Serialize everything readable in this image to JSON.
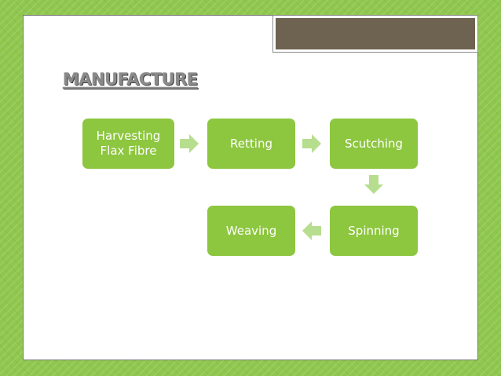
{
  "heading": "MANUFACTURE",
  "steps": [
    {
      "label": "Harvesting Flax Fibre"
    },
    {
      "label": "Retting"
    },
    {
      "label": "Scutching"
    },
    {
      "label": "Spinning"
    },
    {
      "label": "Weaving"
    }
  ],
  "colors": {
    "background": "#8fc74e",
    "box": "#8dc63f",
    "arrow": "#b6de8e",
    "title_tab": "#6e6250",
    "heading": "#8a8a8a"
  },
  "icons": [
    "arrow-right-icon",
    "arrow-down-icon",
    "arrow-left-icon"
  ]
}
